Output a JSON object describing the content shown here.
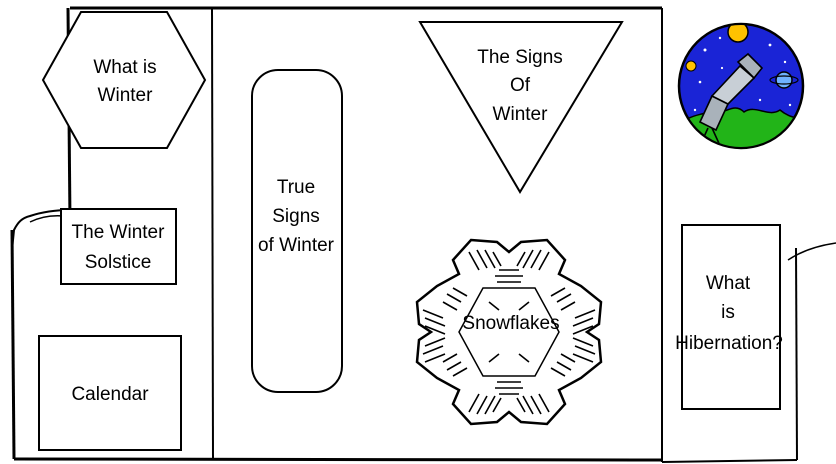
{
  "colors": {
    "line": "#000000",
    "background": "#ffffff",
    "space": "#1a24d6",
    "planet": "#ffc200",
    "ground": "#22b418",
    "telescope": "#a9b2ba"
  },
  "left_panel": {
    "hexagon": {
      "lines": [
        "What is",
        "Winter"
      ]
    },
    "solstice": {
      "lines": [
        "The Winter",
        "Solstice"
      ]
    },
    "calendar": {
      "lines": [
        "Calendar"
      ]
    }
  },
  "center_panel": {
    "pill": {
      "lines": [
        "True",
        "Signs",
        "of Winter"
      ]
    },
    "triangle": {
      "lines": [
        "The Signs",
        "Of",
        "Winter"
      ]
    },
    "snowflake": {
      "label": "Snowflakes",
      "icon": "snowflake-icon"
    }
  },
  "right_panel": {
    "badge": {
      "icon": "telescope-night-sky-icon"
    },
    "hibernation": {
      "lines": [
        "What",
        "is",
        "Hibernation?"
      ]
    }
  }
}
